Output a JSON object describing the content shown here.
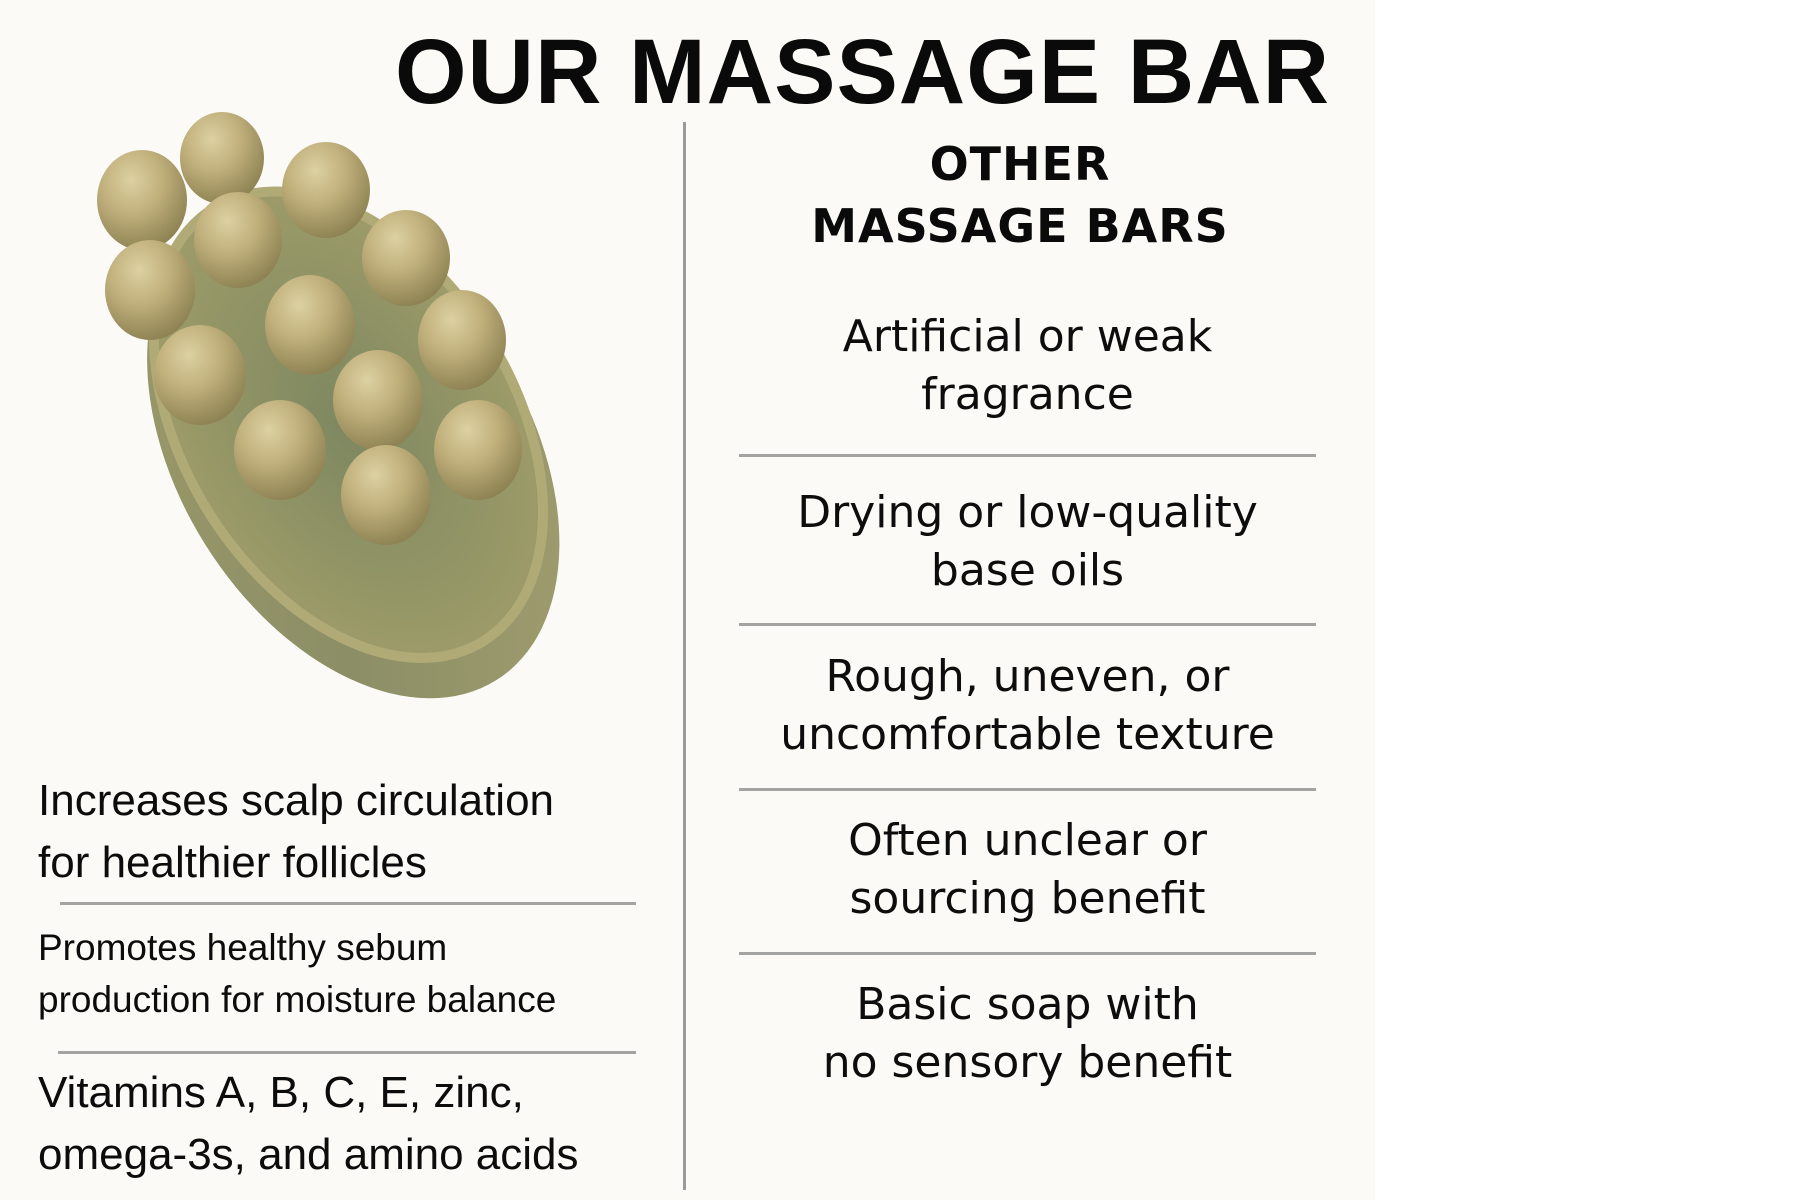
{
  "header": {
    "title": "OUR MASSAGE BAR"
  },
  "colors": {
    "background": "#fbfaf6",
    "text": "#0a0a0a",
    "divider": "#a3a3a1",
    "soap_base": "#8f8f60",
    "soap_nub": "#c2b480"
  },
  "our_bar": {
    "image_alt": "oval green massage soap bar with 13 rounded nubs",
    "benefits": [
      {
        "lines": [
          "Increases scalp circulation",
          "for healthier follicles"
        ]
      },
      {
        "lines": [
          "Promotes healthy sebum",
          "production for moisture balance"
        ]
      },
      {
        "lines": [
          "Vitamins A, B, C, E, zinc,",
          "omega-3s, and amino acids"
        ]
      }
    ]
  },
  "other_bars": {
    "heading_lines": [
      "OTHER",
      "MASSAGE BARS"
    ],
    "items": [
      {
        "lines": [
          "Artificial or weak",
          "fragrance"
        ]
      },
      {
        "lines": [
          "Drying or low-quality",
          "base oils"
        ]
      },
      {
        "lines": [
          "Rough, uneven, or",
          "uncomfortable texture"
        ]
      },
      {
        "lines": [
          "Often unclear or",
          "sourcing benefit"
        ]
      },
      {
        "lines": [
          "Basic soap with",
          "no sensory benefit"
        ]
      }
    ]
  }
}
